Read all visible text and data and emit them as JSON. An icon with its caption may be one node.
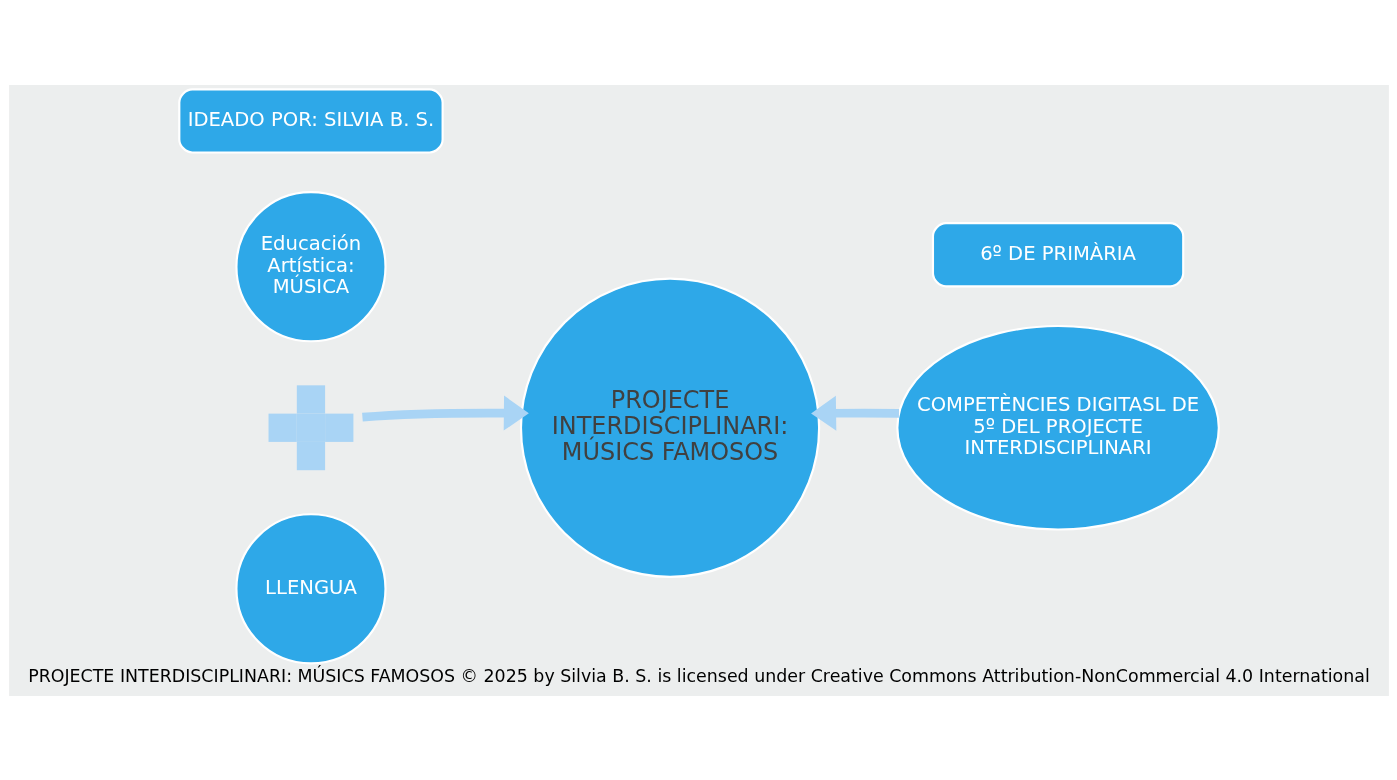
{
  "diagram": {
    "caption": "PROJECTE INTERDISCIPLINARI: MÚSICS FAMOSOS © 2025 by Silvia B. S. is licensed under Creative Commons Attribution-NonCommercial 4.0 International",
    "nodes": [
      {
        "text": [
          "IDEADO POR: SILVIA B. S."
        ]
      },
      {
        "text": [
          "6º DE PRIMÀRIA"
        ]
      },
      {
        "text": [
          "Educación Artística: MÚSICA"
        ]
      },
      {
        "text": [],
        "shape": "plus"
      },
      {
        "text": [
          "PROJECTE INTERDISCIPLINARI: MÚSICS FAMOSOS"
        ]
      },
      {
        "text": [
          "COMPETÈNCIES DIGITASL DE 5º DEL PROJECTE INTERDISCIPLINARI"
        ]
      },
      {
        "text": [
          "LLENGUA"
        ]
      }
    ],
    "edges": [
      {
        "from": 3,
        "to": 4,
        "arrow": "to"
      },
      {
        "from": 5,
        "to": 4,
        "arrow": "to"
      }
    ]
  }
}
